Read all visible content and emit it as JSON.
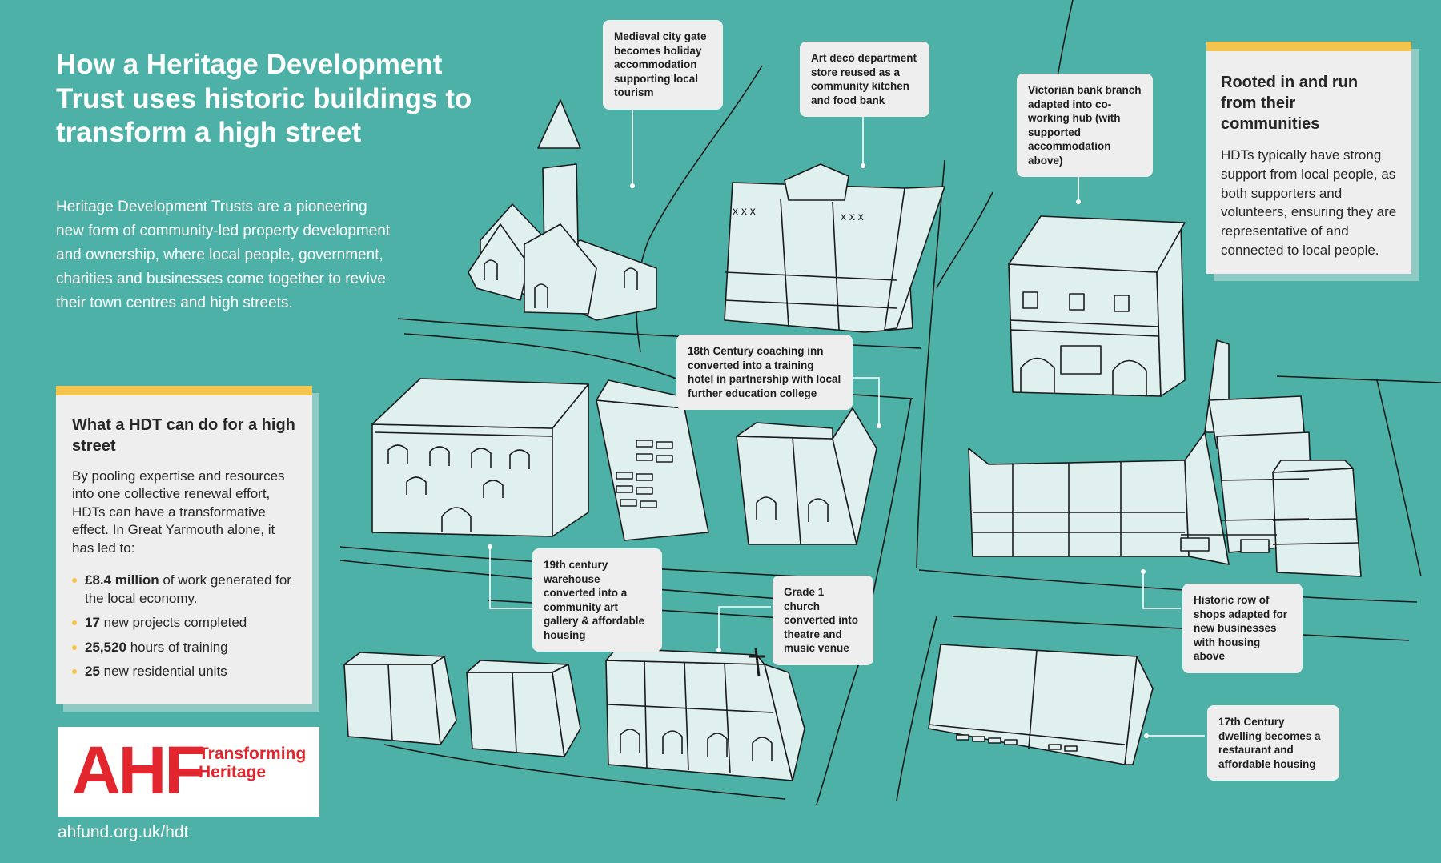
{
  "headline": "How a Heritage Development Trust uses historic buildings to transform a high street",
  "intro": "Heritage Development Trusts are a pioneering new form of community-led property development and ownership, where local people, government, charities and businesses come together to revive their town centres and high streets.",
  "hdt_panel": {
    "title": "What a HDT can do for a high street",
    "body": "By pooling expertise and resources into one collective renewal effort, HDTs can have a transformative effect. In Great Yarmouth alone, it has led to:",
    "stats": [
      {
        "value": "£8.4 million",
        "text": " of work generated for the local economy."
      },
      {
        "value": "17",
        "text": " new projects completed"
      },
      {
        "value": "25,520",
        "text": " hours of training"
      },
      {
        "value": "25",
        "text": " new residential units"
      }
    ]
  },
  "rooted_panel": {
    "title": "Rooted in and run from their communities",
    "body": "HDTs typically have strong support from local people, as both supporters and volunteers, ensuring they are representative of and connected to local people."
  },
  "logo": {
    "mark": "AHF",
    "line1": "Transforming",
    "line2": "Heritage"
  },
  "url": "ahfund.org.uk/hdt",
  "callouts": {
    "city_gate": "Medieval city gate becomes holiday accommodation supporting local tourism",
    "art_deco": "Art deco department store reused as a community kitchen and food bank",
    "victorian_bank": "Victorian bank branch adapted into co-working hub (with supported accommodation above)",
    "coaching_inn": "18th Century coaching inn converted into a training hotel in partnership with local further education college",
    "warehouse": "19th century warehouse converted into a community art gallery & affordable housing",
    "church": "Grade 1 church converted into theatre and music venue",
    "shops": "Historic row of shops adapted for new businesses with housing above",
    "dwelling": "17th Century dwelling becomes a restaurant and affordable housing"
  },
  "colors": {
    "background": "#4eb1a8",
    "panel": "#eeeeee",
    "accent": "#f5c44e",
    "panel_shadow": "#8fcbc4",
    "building_fill": "#dff0ef",
    "line": "#1b1b1b",
    "logo_red": "#e3262d"
  }
}
